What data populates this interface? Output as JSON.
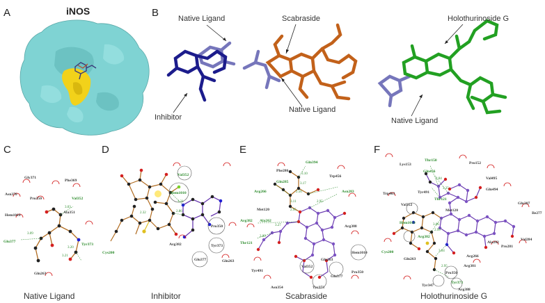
{
  "panels": {
    "A": {
      "letter": "A",
      "title": "iNOS"
    },
    "B": {
      "letter": "B",
      "labels": [
        "Native Ligand",
        "Scabraside",
        "Holothurinoside G",
        "Inhibitor",
        "Native Ligand",
        "Native Ligand"
      ]
    },
    "C": {
      "letter": "C",
      "caption": "Native Ligand",
      "residues": [
        "Gly371",
        "Phe369",
        "Asn370",
        "Pro350",
        "Val352",
        "Hem1010",
        "Ala351",
        "Glu377",
        "Tyr373",
        "Gln263"
      ],
      "distances": [
        "3.03",
        "3.09",
        "3.20",
        "3.21"
      ]
    },
    "D": {
      "letter": "D",
      "caption": "Inhibitor",
      "residues": [
        "Val352",
        "Hem1010",
        "Pro350",
        "Tyr373",
        "Glu377",
        "Gln263",
        "Arg382",
        "Cys200"
      ],
      "distances": [
        "3.21",
        "2.86",
        "2.32"
      ]
    },
    "E": {
      "letter": "E",
      "caption": "Scabraside",
      "residues": [
        "Phe286",
        "Gln394",
        "Gln285",
        "Trp456",
        "Arg266",
        "Asn283",
        "Met120",
        "Arg382",
        "Ala262",
        "Arg388",
        "Thr121",
        "Hem1010",
        "Tyr491",
        "Val352",
        "Gln263",
        "Pro350",
        "Asn354",
        "Tyr373",
        "Glu377"
      ],
      "distances": [
        "3.10",
        "3.17",
        "2.56",
        "3.11",
        "2.95",
        "2.95",
        "3.27",
        "2.89"
      ]
    },
    "F": {
      "letter": "F",
      "caption": "Holothurinoside G",
      "residues": [
        "Thr150",
        "Lys153",
        "Pro152",
        "Val495",
        "Gln456",
        "Gln494",
        "Tyr491",
        "Thr121",
        "Trp463",
        "Val352",
        "Met120",
        "Glu387",
        "Ile277",
        "Hem1010",
        "Ala282",
        "Pro281",
        "Val284",
        "Arg382",
        "Arg266",
        "Arg381",
        "Cys200",
        "Gln263",
        "Pro350",
        "Tyr373",
        "Tyr347",
        "Arg388"
      ],
      "distances": [
        "2.84",
        "3.25",
        "3.06",
        "2.99",
        "3.04",
        "2.95"
      ]
    }
  },
  "colors": {
    "protein_surface": "#7fd3d3",
    "binding_site": "#f2d21a",
    "native_ligand": "#7676bb",
    "inhibitor": "#1c1c8c",
    "scabraside": "#c2611a",
    "holothurinoside": "#22a022"
  }
}
